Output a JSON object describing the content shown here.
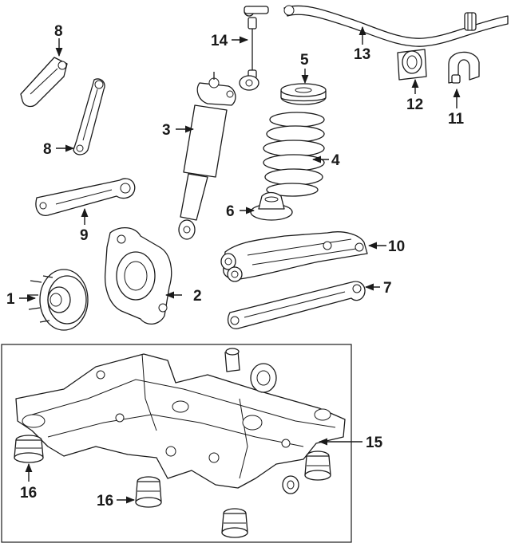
{
  "callouts": {
    "c1": "1",
    "c2": "2",
    "c3": "3",
    "c4": "4",
    "c5": "5",
    "c6": "6",
    "c7": "7",
    "c8a": "8",
    "c8b": "8",
    "c9": "9",
    "c10": "10",
    "c11": "11",
    "c12": "12",
    "c13": "13",
    "c14": "14",
    "c15": "15",
    "c16a": "16",
    "c16b": "16"
  },
  "colors": {
    "line": "#1a1a1a",
    "background": "#ffffff"
  }
}
